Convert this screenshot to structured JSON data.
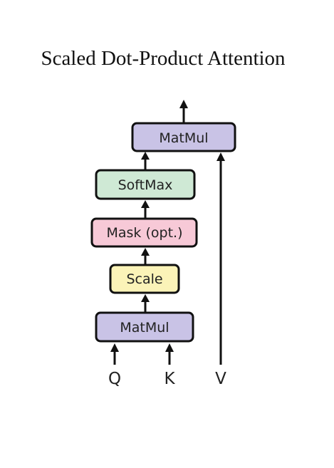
{
  "title": "Scaled Dot-Product Attention",
  "blocks": {
    "matmul_top": {
      "label": "MatMul",
      "color": "#c9c3e6"
    },
    "softmax": {
      "label": "SoftMax",
      "color": "#cfe9d5"
    },
    "mask": {
      "label": "Mask (opt.)",
      "color": "#f7c9d7"
    },
    "scale": {
      "label": "Scale",
      "color": "#fbf3b8"
    },
    "matmul_bottom": {
      "label": "MatMul",
      "color": "#c9c3e6"
    }
  },
  "inputs": {
    "q": "Q",
    "k": "K",
    "v": "V"
  },
  "stroke_color": "#111111"
}
